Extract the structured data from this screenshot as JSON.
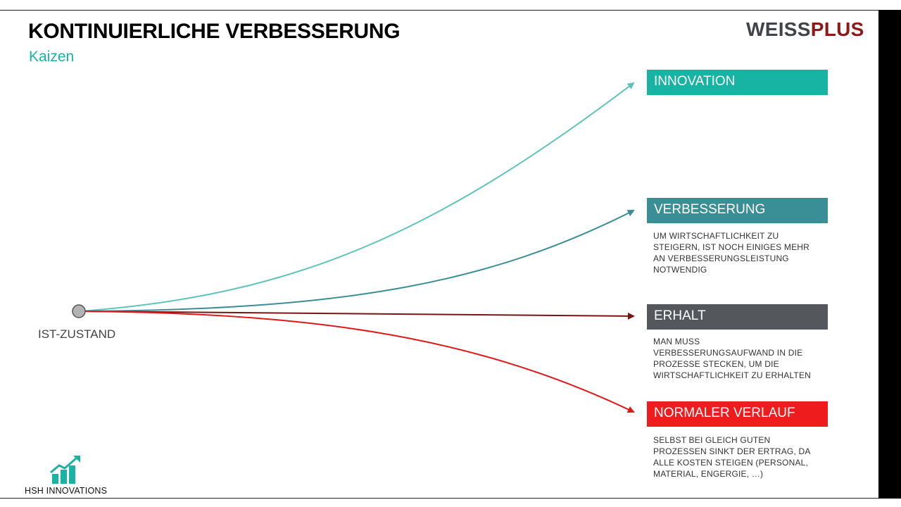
{
  "header": {
    "title": "KONTINUIERLICHE VERBESSERUNG",
    "subtitle": "Kaizen"
  },
  "brand": {
    "part1": "WEISS",
    "part2": "PLUS"
  },
  "origin": {
    "label": "IST-ZUSTAND"
  },
  "boxes": [
    {
      "label": "INNOVATION",
      "color": "#17b3a3",
      "description": ""
    },
    {
      "label": "VERBESSERUNG",
      "color": "#3a8e95",
      "description": "UM WIRTSCHAFTLICHKEIT ZU STEIGERN, IST NOCH EINIGES MEHR AN VERBESSERUNGSLEISTUNG NOTWENDIG"
    },
    {
      "label": "ERHALT",
      "color": "#54575b",
      "description": "MAN MUSS VERBESSERUNGSAUFWAND IN DIE PROZESSE STECKEN, UM DIE WIRTSCHAFTLICHKEIT ZU ERHALTEN"
    },
    {
      "label": "NORMALER VERLAUF",
      "color": "#ee1c1c",
      "description": "SELBST BEI GLEICH GUTEN PROZESSEN SINKT DER ERTRAG, DA ALLE KOSTEN STEIGEN (PERSONAL, MATERIAL, ENGERGIE, …)"
    }
  ],
  "curve_colors": {
    "innovation": "#5ec4bb",
    "verbesserung": "#3a8e95",
    "erhalt": "#7a1515",
    "normal": "#e01818"
  },
  "footer": {
    "logo_text": "HSH INNOVATIONS",
    "logo_icon": "growth-chart-icon"
  }
}
